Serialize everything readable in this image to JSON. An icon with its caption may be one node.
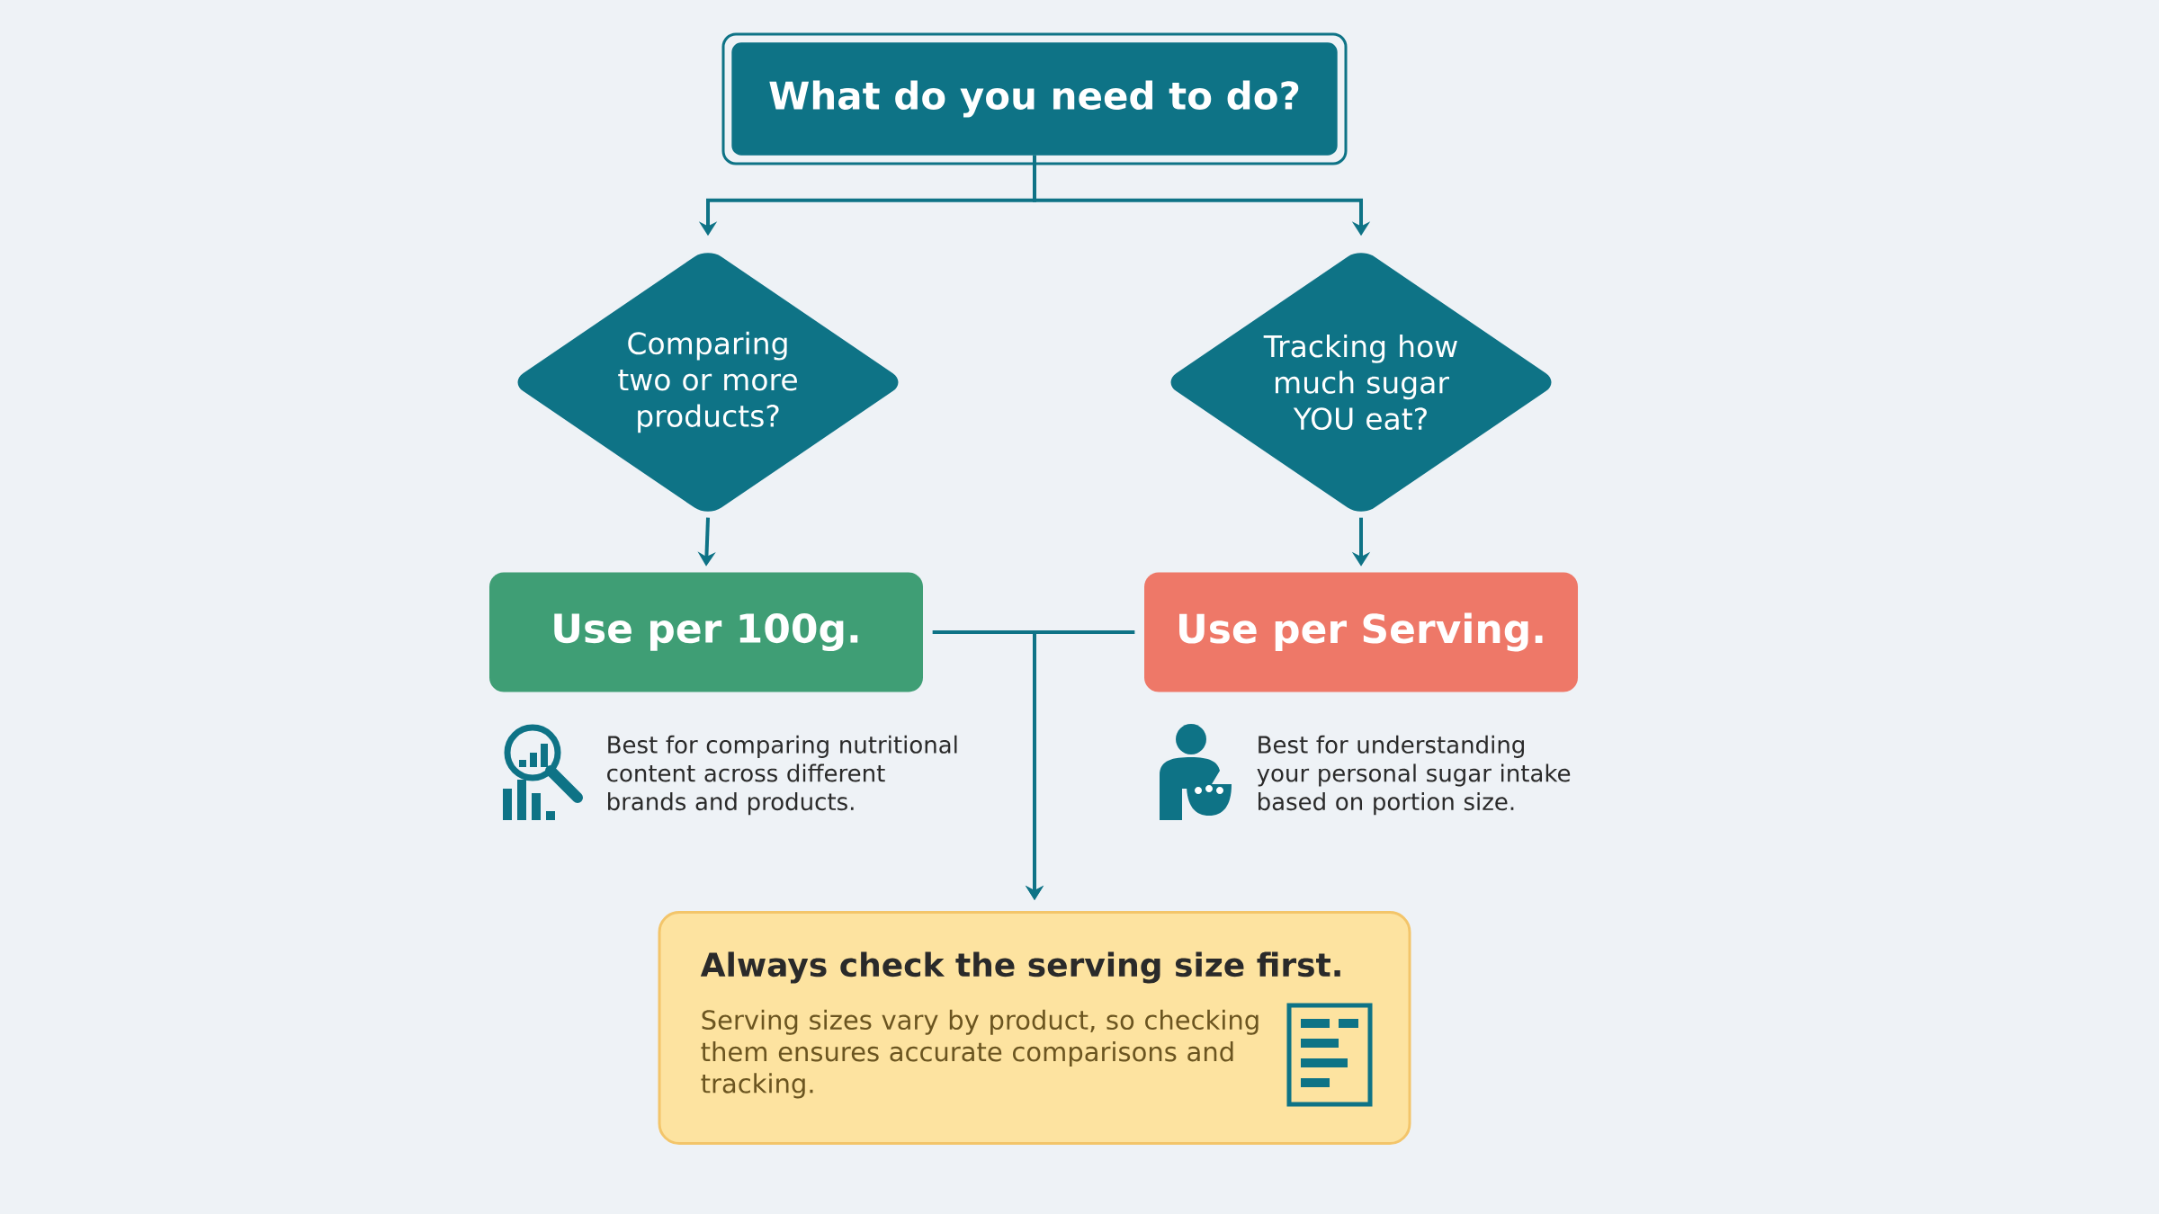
{
  "diagram": {
    "nodes": [
      {
        "text": [
          "What do you need to do?"
        ]
      },
      {
        "text": [
          "Comparing two or more products?"
        ]
      },
      {
        "text": [
          "Tracking how much sugar YOU eat?"
        ]
      },
      {
        "text": [
          "Use per 100g."
        ],
        "beside": [
          "Best for comparing nutritional content across different brands and products."
        ]
      },
      {
        "text": [
          "Use per Serving."
        ],
        "beside": [
          "Best for understanding your personal sugar intake based on portion size."
        ]
      },
      {
        "text": [
          "Always check the serving size first.",
          "Serving sizes vary by product, so checking them ensures accurate comparisons and tracking."
        ]
      }
    ],
    "edges": [
      {
        "from": 0,
        "to": 1,
        "arrow": "to"
      },
      {
        "from": 0,
        "to": 2,
        "arrow": "to"
      },
      {
        "from": 1,
        "to": 3,
        "arrow": "to"
      },
      {
        "from": 2,
        "to": 4,
        "arrow": "to"
      },
      {
        "from": 3,
        "to": 5,
        "arrow": "to"
      },
      {
        "from": 4,
        "to": 5,
        "arrow": "to"
      }
    ]
  }
}
